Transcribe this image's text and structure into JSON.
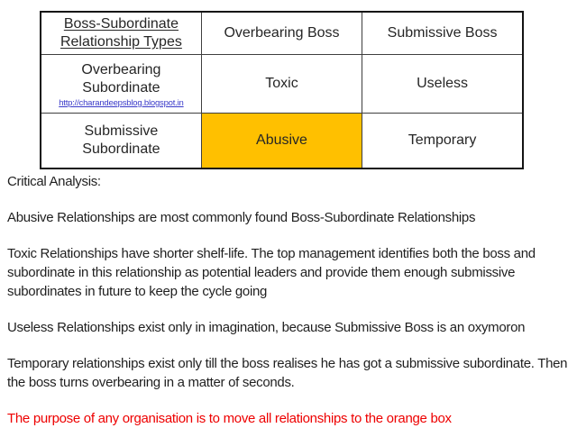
{
  "colors": {
    "red": "#ee0000",
    "orange": "#ffc000",
    "link": "#3a3ac9",
    "text": "#1f1f1f"
  },
  "table": {
    "corner_header": "Boss-Subordinate Relationship Types",
    "col_headers": [
      "Overbearing Boss",
      "Submissive Boss"
    ],
    "rows": [
      {
        "label": "Overbearing Subordinate",
        "link": "http://charandeepsblog.blogspot.in",
        "cells": [
          "Toxic",
          "Useless"
        ]
      },
      {
        "label": "Submissive Subordinate",
        "cells": [
          "Abusive",
          "Temporary"
        ]
      }
    ],
    "highlighted_cell": "Abusive"
  },
  "analysis": {
    "heading": "Critical Analysis:",
    "paragraphs": [
      "Abusive Relationships are most commonly found Boss-Subordinate Relationships",
      "Toxic Relationships have shorter shelf-life. The top management identifies both the boss and subordinate in this relationship as potential leaders and provide them enough submissive subordinates in future to keep the cycle going",
      "Useless Relationships exist only in imagination, because Submissive Boss is an oxymoron",
      "Temporary relationships exist only till the boss realises he has got a submissive subordinate. Then the boss turns overbearing in a matter of seconds."
    ],
    "conclusion": "The purpose of any organisation is to move all relationships to the orange box"
  }
}
